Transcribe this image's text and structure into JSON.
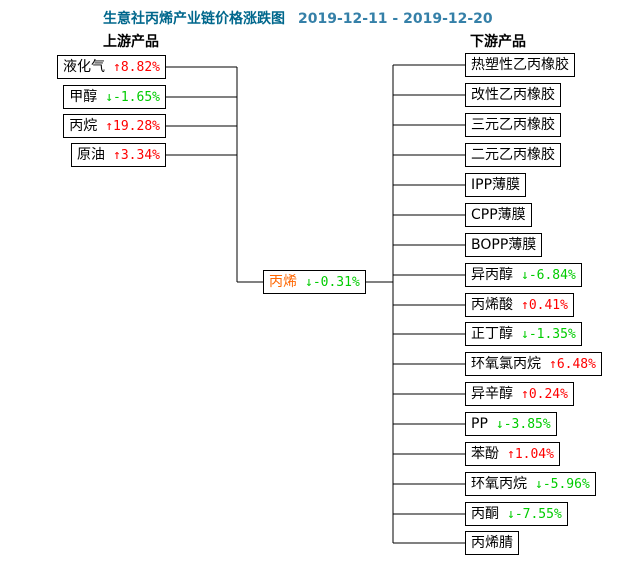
{
  "title": {
    "text": "生意社丙烯产业链价格涨跌图",
    "date_range": "2019-12-11 - 2019-12-20"
  },
  "columns": {
    "upstream_label": "上游产品",
    "downstream_label": "下游产品"
  },
  "center_node": {
    "name": "丙烯",
    "change": "↓-0.31%",
    "direction": "down"
  },
  "upstream": [
    {
      "name": "液化气",
      "change": "↑8.82%",
      "direction": "up"
    },
    {
      "name": "甲醇",
      "change": "↓-1.65%",
      "direction": "down"
    },
    {
      "name": "丙烷",
      "change": "↑19.28%",
      "direction": "up"
    },
    {
      "name": "原油",
      "change": "↑3.34%",
      "direction": "up"
    }
  ],
  "downstream": [
    {
      "name": "热塑性乙丙橡胶"
    },
    {
      "name": "改性乙丙橡胶"
    },
    {
      "name": "三元乙丙橡胶"
    },
    {
      "name": "二元乙丙橡胶"
    },
    {
      "name": "IPP薄膜"
    },
    {
      "name": "CPP薄膜"
    },
    {
      "name": "BOPP薄膜"
    },
    {
      "name": "异丙醇",
      "change": "↓-6.84%",
      "direction": "down"
    },
    {
      "name": "丙烯酸",
      "change": "↑0.41%",
      "direction": "up"
    },
    {
      "name": "正丁醇",
      "change": "↓-1.35%",
      "direction": "down"
    },
    {
      "name": "环氧氯丙烷",
      "change": "↑6.48%",
      "direction": "up"
    },
    {
      "name": "异辛醇",
      "change": "↑0.24%",
      "direction": "up"
    },
    {
      "name": "PP",
      "change": "↓-3.85%",
      "direction": "down"
    },
    {
      "name": "苯酚",
      "change": "↑1.04%",
      "direction": "up"
    },
    {
      "name": "环氧丙烷",
      "change": "↓-5.96%",
      "direction": "down"
    },
    {
      "name": "丙酮",
      "change": "↓-7.55%",
      "direction": "down"
    },
    {
      "name": "丙烯腈"
    }
  ],
  "colors": {
    "up": "#ff0000",
    "down": "#00cc00",
    "center_name": "#ff6600",
    "title": "#00678c",
    "date": "#3580a8",
    "line": "#000000"
  }
}
